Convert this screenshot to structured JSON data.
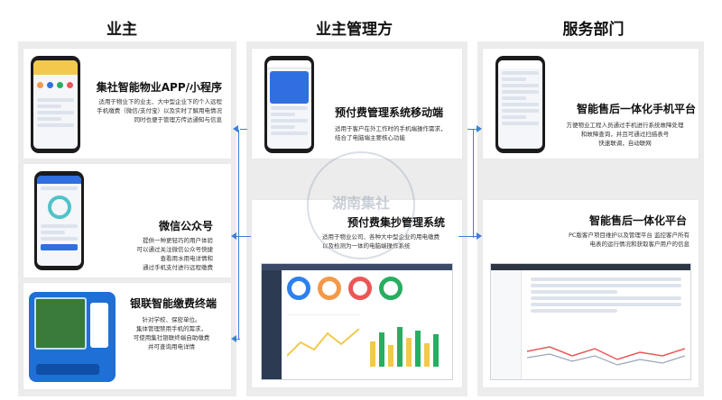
{
  "columns": [
    {
      "title": "业主"
    },
    {
      "title": "业主管理方"
    },
    {
      "title": "服务部门"
    }
  ],
  "cards": {
    "owner_app": {
      "title": "集社智能物业APP/小程序",
      "desc": [
        "适用于物业下的业主、大中型企业下的个人远程",
        "手机缴费（微信/支付宝）以及实时了解用电情况",
        "同时也便于管理方传达通知与信息"
      ]
    },
    "owner_wechat": {
      "title": "微信公众号",
      "desc": [
        "提供一种更轻巧的用户体验",
        "可以通过关注微信公众号快捷",
        "查看用水用电详情和",
        "通过手机支付进行远程缴费"
      ]
    },
    "owner_terminal": {
      "title": "银联智能缴费终端",
      "desc": [
        "针对学校、保密单位。",
        "集体管理禁用手机的需求，",
        "可使用集社银联终端自助缴费",
        "并可查询用电详情"
      ]
    },
    "mgr_mobile": {
      "title": "预付费管理系统移动端",
      "desc": [
        "适用于客户在外工作时的手机端操作需求，",
        "结合了电脑端主要核心功能"
      ]
    },
    "mgr_system": {
      "title": "预付费集抄管理系统",
      "desc": [
        "适用于物业公司、各种大中型企业的用电缴费",
        "以及检测为一体的电脑端操作系统"
      ]
    },
    "svc_mobile": {
      "title": "智能售后一体化手机平台",
      "desc": [
        "方便物业工程人员通过手机进行系统故障处理",
        "和故障查询，并且可通过扫描表号",
        "快速联调，自动联网"
      ]
    },
    "svc_platform": {
      "title": "智能售后一体化平台",
      "desc": [
        "PC版客户项目维护以及管理平台 监控客户所有",
        "电表的运行情况和获取客户用户的信息"
      ]
    }
  },
  "watermark": {
    "text": "湖南集社"
  },
  "colors": {
    "arrow": "#3d7fd8",
    "panel": "#ececec",
    "accent": "#2f6fe0"
  }
}
